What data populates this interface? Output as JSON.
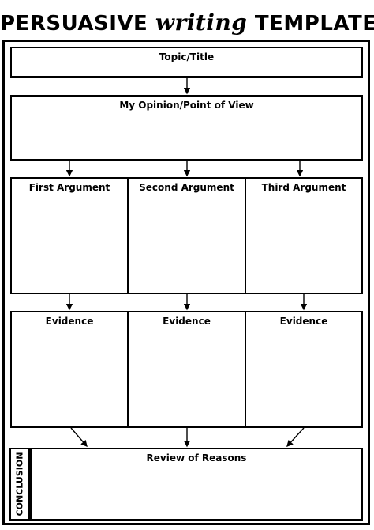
{
  "header": {
    "title_part1": "PERSUASIVE",
    "title_cursive": "writing",
    "title_part2": "TEMPLATE"
  },
  "sections": {
    "topic_label": "Topic/Title",
    "opinion_label": "My Opinion/Point of View",
    "arguments": [
      "First Argument",
      "Second Argument",
      "Third Argument"
    ],
    "evidence": [
      "Evidence",
      "Evidence",
      "Evidence"
    ],
    "review_label": "Review of Reasons",
    "conclusion_side_label": "CONCLUSION"
  }
}
